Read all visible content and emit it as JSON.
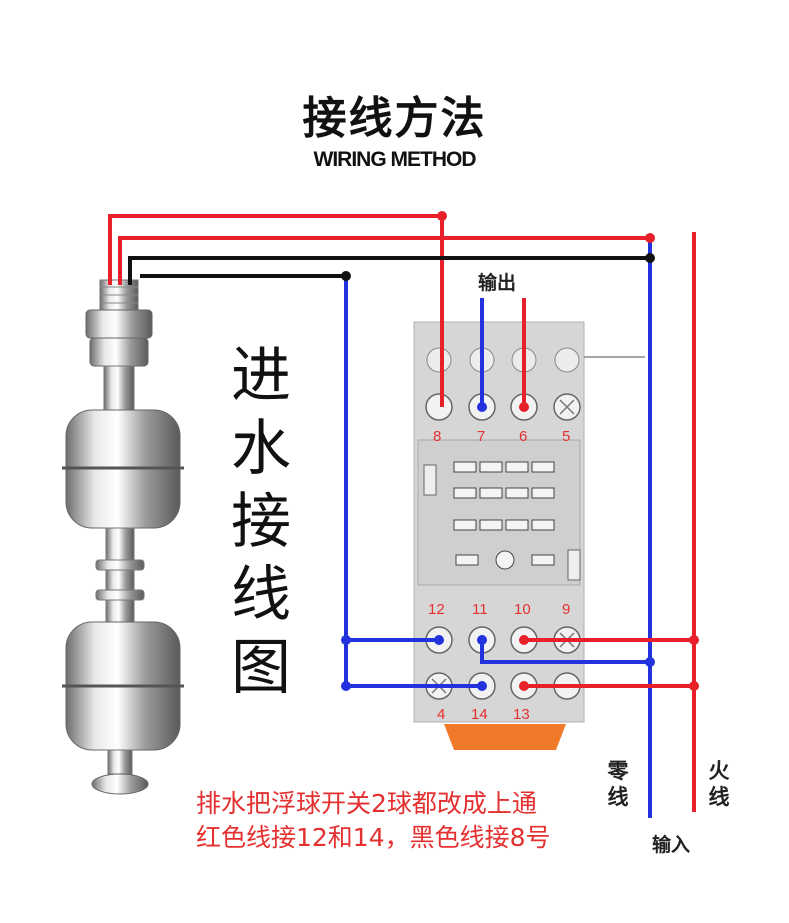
{
  "title": "接线方法",
  "subtitle": "WIRING METHOD",
  "diagram_label": "进水接线图",
  "output_label": "输出",
  "neutral_label": "零线",
  "live_label": "火线",
  "input_label": "输入",
  "terminals_top": [
    "8",
    "7",
    "6",
    "5"
  ],
  "terminals_bottom_top": [
    "12",
    "11",
    "10",
    "9"
  ],
  "terminals_bottom_bot": [
    "4",
    "14",
    "13"
  ],
  "note_line1": "排水把浮球开关2球都改成上通",
  "note_line2": "红色线接12和14，黑色线接8号",
  "colors": {
    "red": "#e8202a",
    "blue": "#2233dd",
    "black": "#111111",
    "relay": "#d6d6d6",
    "note": "#e53030"
  }
}
